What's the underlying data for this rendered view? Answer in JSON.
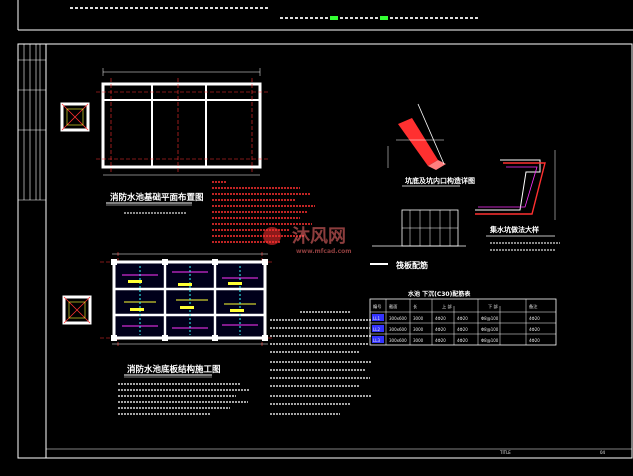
{
  "drawing": {
    "plan_top_title": "消防水池基础平面布置图",
    "plan_bottom_title": "消防水池底板结构施工图",
    "slab_title": "筏板配筋",
    "corner_title": "集水坑做法大样",
    "table_title": "水池 下沉(C30)配筋表",
    "footer_label": "TITLE",
    "footer_page": "04",
    "watermark_text": "沐风网",
    "watermark_url": "www.mfcad.com"
  },
  "rebar_table": {
    "headers": [
      "编号",
      "截面",
      "长",
      "上 部",
      "",
      "下 部",
      "备注"
    ],
    "rows": [
      [
        "LL1",
        "300x600",
        "3000",
        "4Φ20",
        "4Φ20",
        "Φ8@100",
        "4Φ20"
      ],
      [
        "LL2",
        "300x600",
        "3000",
        "4Φ20",
        "4Φ20",
        "Φ8@100",
        "4Φ20"
      ],
      [
        "LL3",
        "300x600",
        "3000",
        "4Φ20",
        "4Φ20",
        "Φ8@100",
        "4Φ20"
      ]
    ]
  },
  "colors": {
    "frame": "#ffffff",
    "wall": "#ffffff",
    "grid": "#ff3030",
    "accent_magenta": "#ff33ff",
    "accent_yellow": "#ffff33",
    "accent_cyan": "#33ffff",
    "table_fill": "#3333ff"
  }
}
